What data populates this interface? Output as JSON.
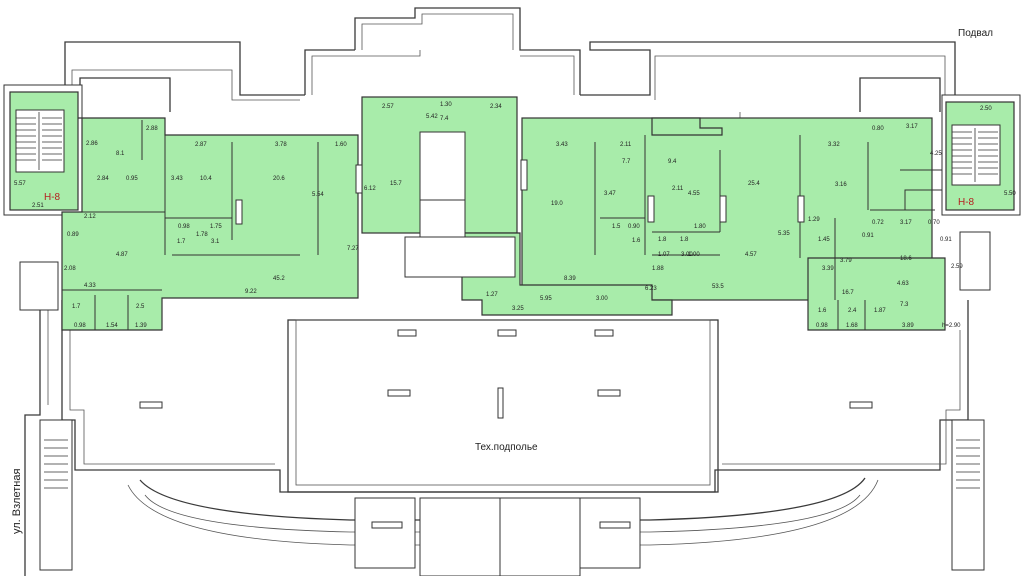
{
  "plan": {
    "floor_label": "Подвал",
    "central_area_label": "Тех.подполье",
    "street_label": "ул. Взлетная",
    "stair_left_label": "Н-8",
    "stair_right_label": "Н-8",
    "ceiling_height": "h=2.90",
    "room_labels": [
      "8.1",
      "10.4",
      "20.6",
      "15.7",
      "19.0",
      "25.4",
      "45.2",
      "4.87",
      "1.7",
      "3.1",
      "1.7",
      "2.5",
      "7.7",
      "9.4",
      "1.8",
      "1.8",
      "3.00",
      "53.5",
      "18.6",
      "7.3",
      "1.6",
      "2.4",
      "16.7",
      "4.57",
      "1.45",
      "7.4",
      "1.5",
      "1.6"
    ],
    "dim_labels": [
      "2.57",
      "1.30",
      "2.34",
      "5.42",
      "2.87",
      "3.78",
      "1.60",
      "2.88",
      "2.86",
      "2.84",
      "0.95",
      "3.43",
      "5.54",
      "6.12",
      "7.27",
      "9.22",
      "4.33",
      "2.12",
      "0.89",
      "2.08",
      "0.98",
      "1.75",
      "1.78",
      "1.54",
      "1.39",
      "0.98",
      "2.51",
      "5.57",
      "3.43",
      "2.11",
      "3.47",
      "2.11",
      "4.55",
      "5.35",
      "3.32",
      "3.16",
      "0.80",
      "3.17",
      "4.25",
      "2.50",
      "5.50",
      "0.72",
      "3.17",
      "0.70",
      "0.91",
      "0.91",
      "3.79",
      "2.59",
      "4.63",
      "1.87",
      "3.89",
      "1.68",
      "0.98",
      "3.39",
      "1.29",
      "3.25",
      "1.00",
      "1.07",
      "1.88",
      "6.23",
      "8.39",
      "1.27",
      "0.90",
      "5.95",
      "1.80",
      "3.00"
    ]
  }
}
